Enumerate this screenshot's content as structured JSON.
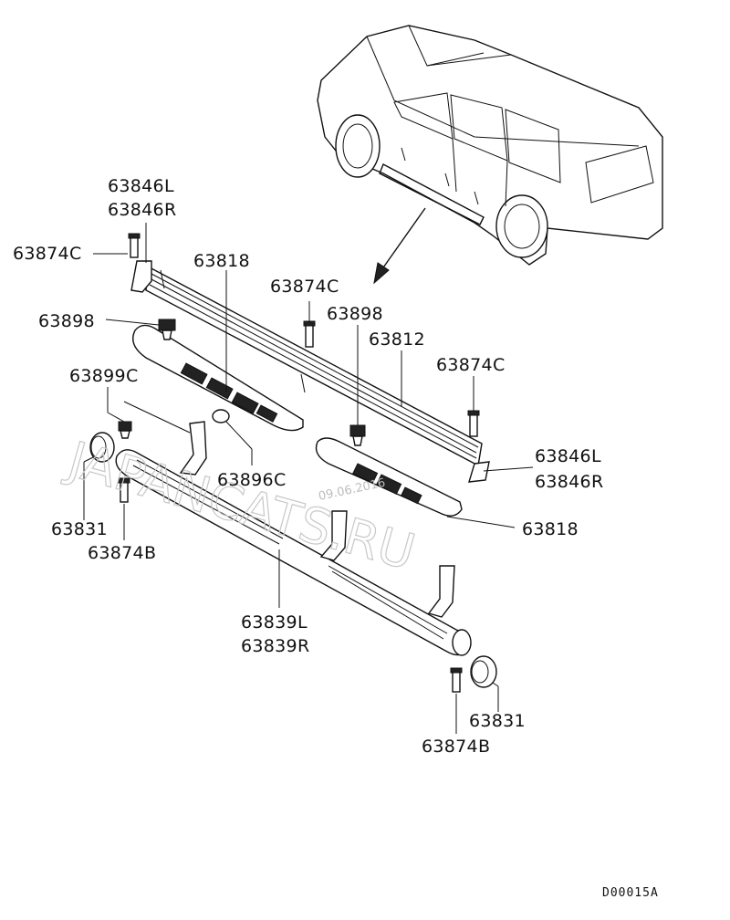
{
  "watermark": {
    "text": "JAPANCATS.RU",
    "date": "09.06.2016"
  },
  "diagram_code": "D00015A",
  "labels": {
    "p63846l_top": "63846L",
    "p63846r_top": "63846R",
    "p63874c_left": "63874C",
    "p63818_top": "63818",
    "p63874c_mid": "63874C",
    "p63898_left": "63898",
    "p63898_mid": "63898",
    "p63812": "63812",
    "p63874c_right": "63874C",
    "p63899c": "63899C",
    "p63846l_right": "63846L",
    "p63846r_right": "63846R",
    "p63896c": "63896C",
    "p63831_left": "63831",
    "p63874b_left": "63874B",
    "p63818_bottom": "63818",
    "p63839l": "63839L",
    "p63839r": "63839R",
    "p63831_right": "63831",
    "p63874b_right": "63874B"
  }
}
